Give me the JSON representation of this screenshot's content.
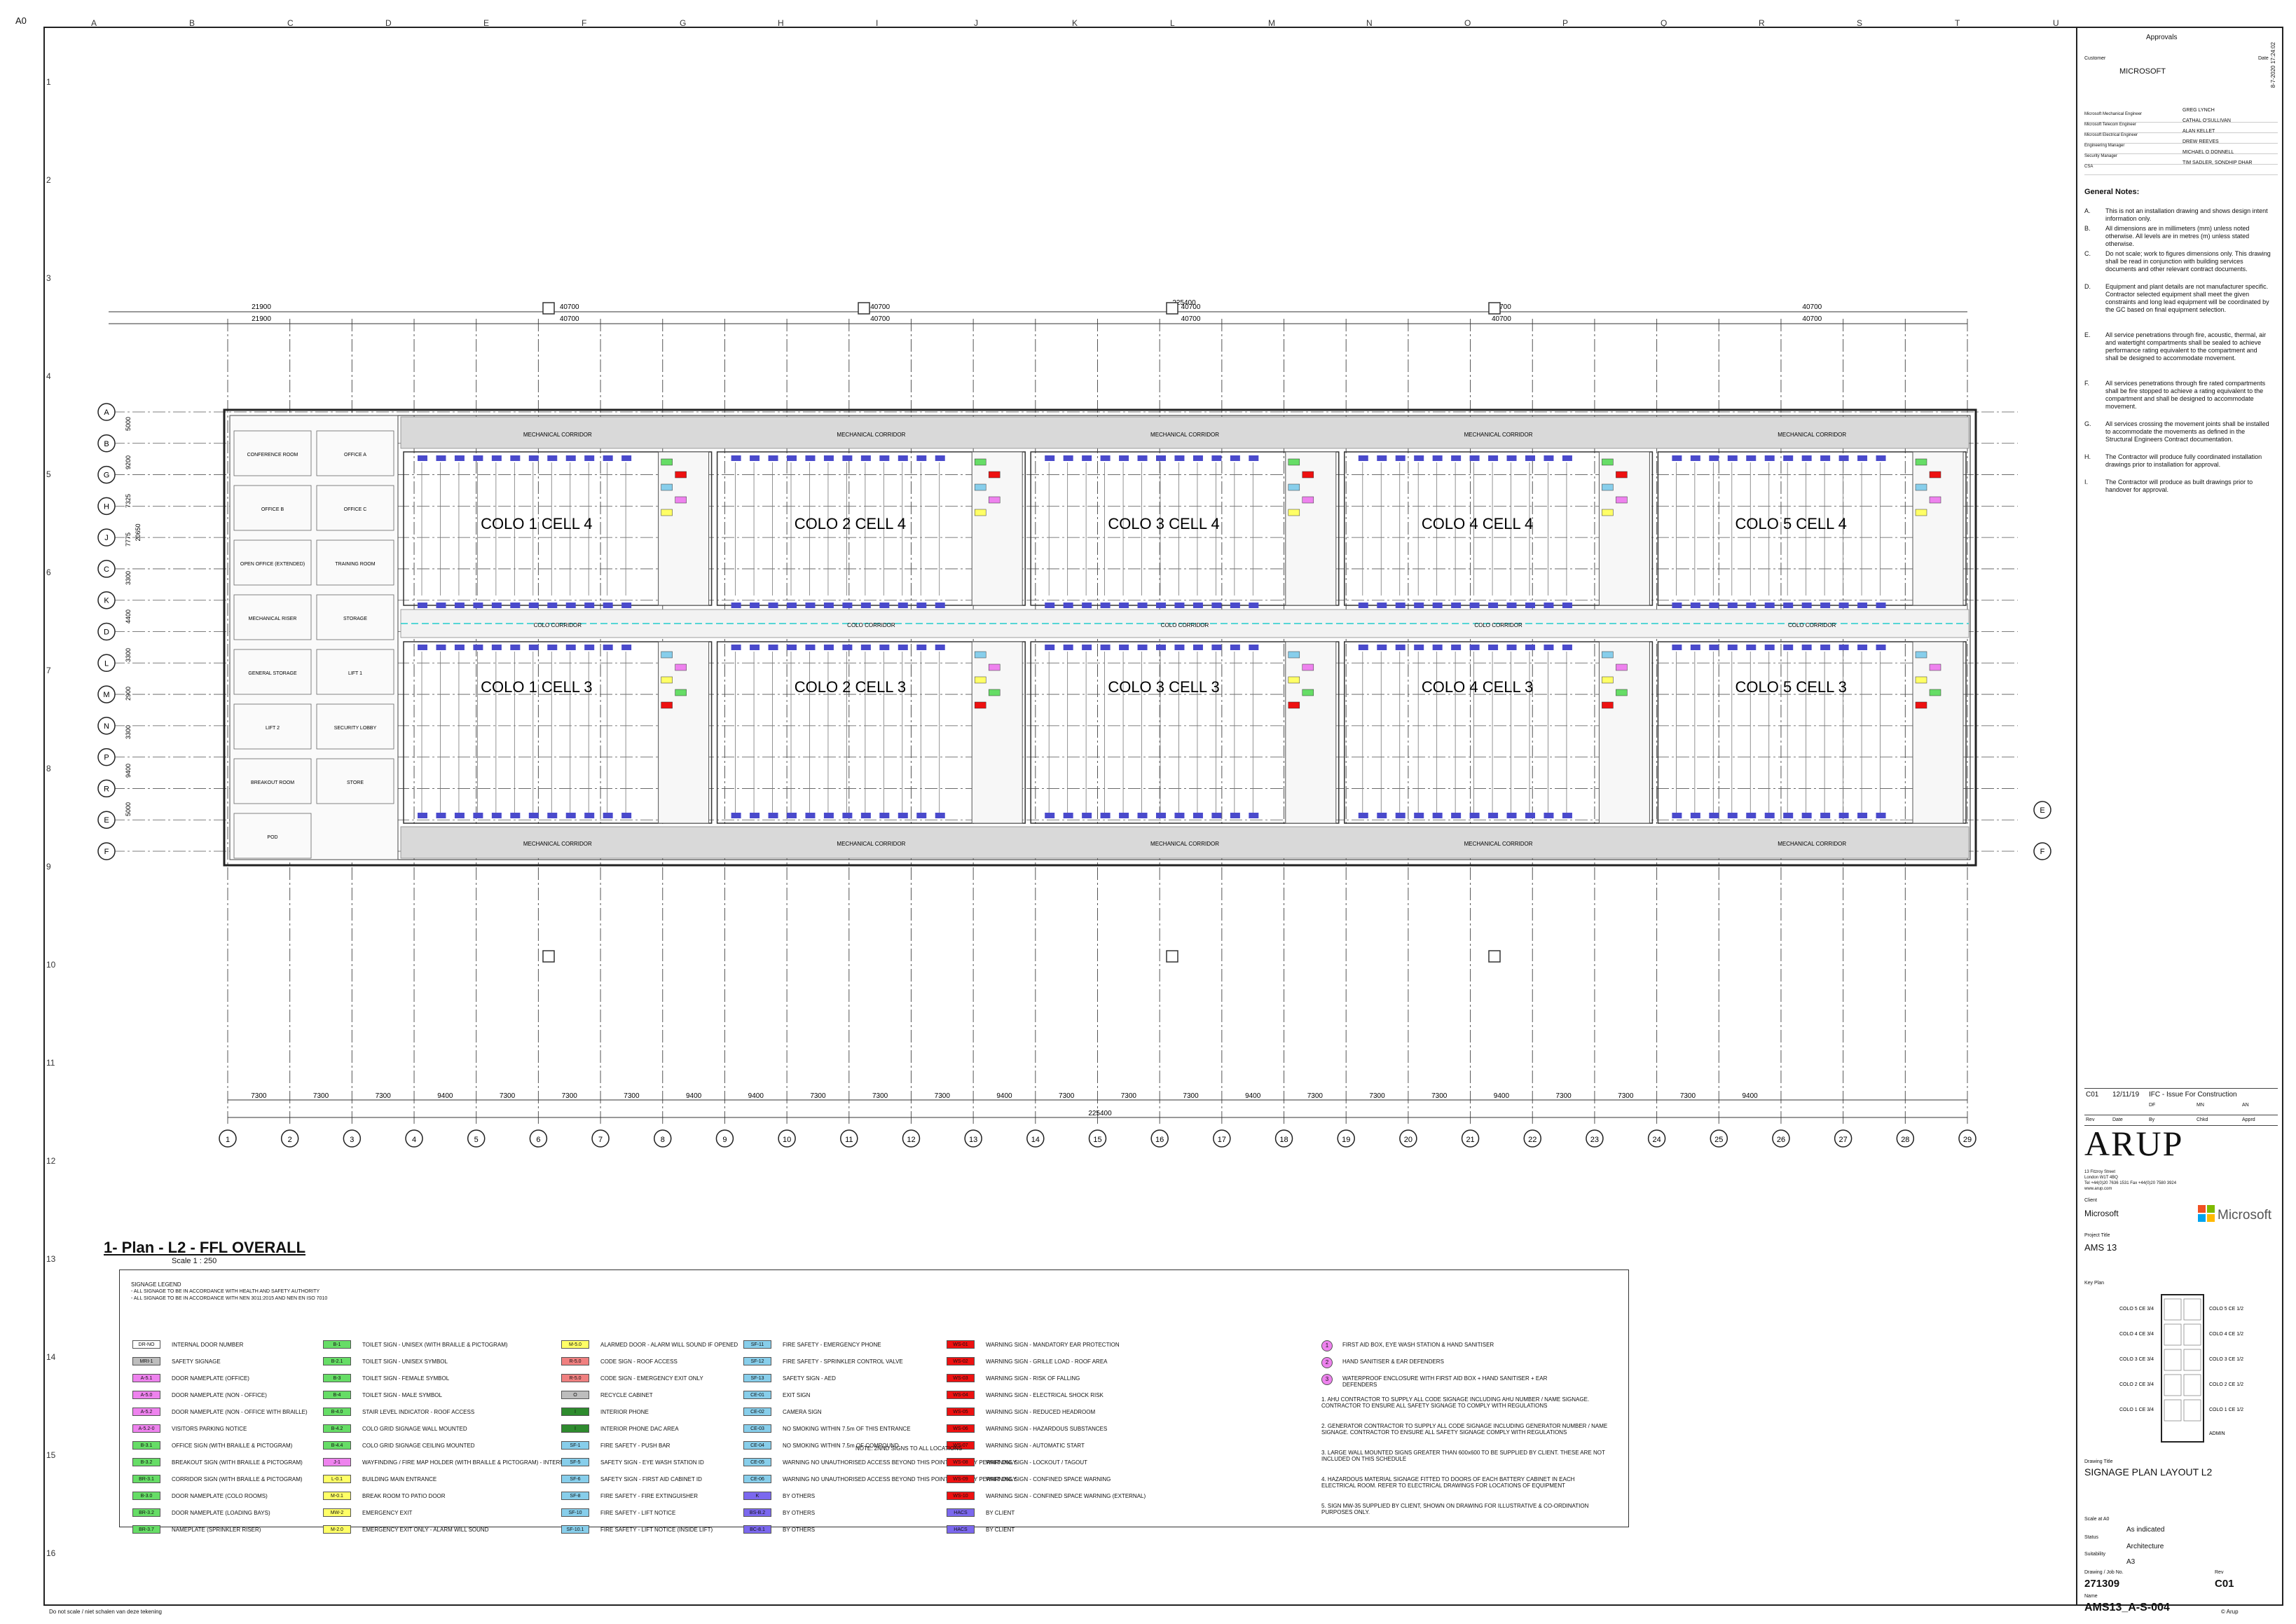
{
  "sheet": {
    "paper_size": "A0",
    "footer_note": "Do not scale / niet schalen van deze tekening",
    "footer_right": "© Arup",
    "revision_stamp": "8-7-2020 17:24:02",
    "column_letters": [
      "A",
      "B",
      "C",
      "D",
      "E",
      "F",
      "G",
      "H",
      "I",
      "J",
      "K",
      "L",
      "M",
      "N",
      "O",
      "P",
      "Q",
      "R",
      "S",
      "T",
      "U"
    ],
    "row_numbers": [
      "1",
      "2",
      "3",
      "4",
      "5",
      "6",
      "7",
      "8",
      "9",
      "10",
      "11",
      "12",
      "13",
      "14",
      "15",
      "16"
    ]
  },
  "plan": {
    "title": "1- Plan - L2 - FFL OVERALL",
    "scale": "Scale 1 : 250",
    "cells_top": [
      "COLO 1 CELL 4",
      "COLO 2 CELL 4",
      "COLO 3 CELL 4",
      "COLO 4 CELL 4",
      "COLO 5 CELL 4"
    ],
    "cells_bottom": [
      "COLO 1 CELL 3",
      "COLO 2 CELL 3",
      "COLO 3 CELL 3",
      "COLO 4 CELL 3",
      "COLO 5 CELL 3"
    ],
    "corridor_labels": [
      "MECHANICAL CORRIDOR",
      "MECHANICAL CORRIDOR",
      "MECHANICAL CORRIDOR",
      "MECHANICAL CORRIDOR",
      "MECHANICAL CORRIDOR"
    ],
    "colo_corridor_label": "COLO CORRIDOR",
    "top_dims": [
      "21900",
      "40700",
      "40700",
      "40700",
      "40700",
      "40700"
    ],
    "top_dims_overall": "225400",
    "bottom_dims": [
      "7300",
      "7300",
      "7300",
      "9400",
      "7300",
      "7300",
      "7300",
      "9400",
      "9400",
      "7300",
      "7300",
      "7300",
      "9400",
      "7300",
      "7300",
      "7300",
      "9400",
      "7300",
      "7300",
      "7300",
      "9400",
      "7300",
      "7300",
      "7300",
      "9400"
    ],
    "overall_dim": "225400",
    "grid_columns": [
      "1",
      "2",
      "3",
      "4",
      "5",
      "6",
      "7",
      "8",
      "9",
      "10",
      "11",
      "12",
      "13",
      "14",
      "15",
      "16",
      "17",
      "18",
      "19",
      "20",
      "21",
      "22",
      "23",
      "24",
      "25",
      "26",
      "27",
      "28",
      "29"
    ],
    "grid_rows_left": [
      "A",
      "B",
      "G",
      "H",
      "J",
      "C",
      "K",
      "D",
      "L",
      "M",
      "N",
      "P",
      "R",
      "E",
      "F"
    ],
    "grid_rows_right": [
      "E",
      "F"
    ],
    "row_dims_left": [
      "5000",
      "9200",
      "7325",
      "7775",
      "3300",
      "4400",
      "3300",
      "2900",
      "3300",
      "9400",
      "5000"
    ],
    "row_overall": "20650",
    "admin_rooms": [
      "CONFERENCE ROOM",
      "OFFICE A",
      "OFFICE B",
      "OFFICE C",
      "OPEN OFFICE (EXTENDED)",
      "TRAINING ROOM",
      "MECHANICAL RISER",
      "STORAGE",
      "GENERAL STORAGE",
      "LIFT 1",
      "LIFT 2",
      "SECURITY LOBBY",
      "BREAKOUT ROOM",
      "STORE",
      "POD"
    ]
  },
  "legend": {
    "heading": "SIGNAGE LEGEND",
    "subnotes": [
      "- ALL SIGNAGE TO BE IN ACCORDANCE WITH HEALTH AND SAFETY AUTHORITY",
      "- ALL SIGNAGE TO BE IN ACCORDANCE WITH NEN 3011:2015 AND NEN EN ISO 7010"
    ],
    "items": [
      {
        "code": "DR-NO",
        "label": "INTERNAL DOOR NUMBER",
        "color": "#ffffff"
      },
      {
        "code": "MRI-1",
        "label": "SAFETY SIGNAGE",
        "color": "#bdbdbd"
      },
      {
        "code": "A-5.1",
        "label": "DOOR NAMEPLATE (OFFICE)",
        "color": "#ee82ee"
      },
      {
        "code": "A-5.0",
        "label": "DOOR NAMEPLATE (NON - OFFICE)",
        "color": "#ee82ee"
      },
      {
        "code": "A-5.2",
        "label": "DOOR NAMEPLATE (NON - OFFICE WITH BRAILLE)",
        "color": "#ee82ee"
      },
      {
        "code": "A-5.2-0",
        "label": "VISITORS PARKING NOTICE",
        "color": "#ee82ee"
      },
      {
        "code": "B-3.1",
        "label": "OFFICE SIGN (WITH BRAILLE & PICTOGRAM)",
        "color": "#66dd66"
      },
      {
        "code": "B-3.2",
        "label": "BREAKOUT SIGN (WITH BRAILLE & PICTOGRAM)",
        "color": "#66dd66"
      },
      {
        "code": "BR-3.1",
        "label": "CORRIDOR SIGN (WITH BRAILLE & PICTOGRAM)",
        "color": "#66dd66"
      },
      {
        "code": "B-3.0",
        "label": "DOOR NAMEPLATE (COLO ROOMS)",
        "color": "#66dd66"
      },
      {
        "code": "BR-3.2",
        "label": "DOOR NAMEPLATE (LOADING BAYS)",
        "color": "#66dd66"
      },
      {
        "code": "BR-3.7",
        "label": "NAMEPLATE (SPRINKLER RISER)",
        "color": "#66dd66"
      },
      {
        "code": "B-1",
        "label": "TOILET SIGN - UNISEX (WITH BRAILLE & PICTOGRAM)",
        "color": "#66dd66"
      },
      {
        "code": "B-2.1",
        "label": "TOILET SIGN - UNISEX SYMBOL",
        "color": "#66dd66"
      },
      {
        "code": "B-3",
        "label": "TOILET SIGN - FEMALE SYMBOL",
        "color": "#66dd66"
      },
      {
        "code": "B-4",
        "label": "TOILET SIGN - MALE SYMBOL",
        "color": "#66dd66"
      },
      {
        "code": "B-4.0",
        "label": "STAIR LEVEL INDICATOR - ROOF ACCESS",
        "color": "#66dd66"
      },
      {
        "code": "B-4.2",
        "label": "COLO GRID SIGNAGE WALL MOUNTED",
        "color": "#66dd66"
      },
      {
        "code": "B-4.4",
        "label": "COLO GRID SIGNAGE CEILING MOUNTED",
        "color": "#66dd66"
      },
      {
        "code": "J-1",
        "label": "WAYFINDING / FIRE MAP HOLDER (WITH BRAILLE & PICTOGRAM) - INTERNAL",
        "color": "#ee82ee"
      },
      {
        "code": "L-0.1",
        "label": "BUILDING MAIN ENTRANCE",
        "color": "#ffff66"
      },
      {
        "code": "M-0.1",
        "label": "BREAK ROOM TO PATIO DOOR",
        "color": "#ffff66"
      },
      {
        "code": "MW-2",
        "label": "EMERGENCY EXIT",
        "color": "#ffff66"
      },
      {
        "code": "M-2.0",
        "label": "EMERGENCY EXIT ONLY - ALARM WILL SOUND",
        "color": "#ffff66"
      },
      {
        "code": "M-5.0",
        "label": "ALARMED DOOR - ALARM WILL SOUND IF OPENED",
        "color": "#ffff66"
      },
      {
        "code": "R-5.0",
        "label": "CODE SIGN - ROOF ACCESS",
        "color": "#f08080"
      },
      {
        "code": "R-5.0",
        "label": "CODE SIGN - EMERGENCY EXIT ONLY",
        "color": "#f08080"
      },
      {
        "code": "O",
        "label": "RECYCLE CABINET",
        "color": "#bdbdbd"
      },
      {
        "code": "I",
        "label": "INTERIOR PHONE",
        "color": "#2e8b2e"
      },
      {
        "code": "I",
        "label": "INTERIOR PHONE DAC AREA",
        "color": "#2e8b2e"
      },
      {
        "code": "SF-1",
        "label": "FIRE SAFETY - PUSH BAR",
        "color": "#87ceeb"
      },
      {
        "code": "SF-5",
        "label": "SAFETY SIGN - EYE WASH STATION ID",
        "color": "#87ceeb"
      },
      {
        "code": "SF-6",
        "label": "SAFETY SIGN - FIRST AID CABINET ID",
        "color": "#87ceeb"
      },
      {
        "code": "SF-8",
        "label": "FIRE SAFETY - FIRE EXTINGUISHER",
        "color": "#87ceeb"
      },
      {
        "code": "SF-10",
        "label": "FIRE SAFETY - LIFT NOTICE",
        "color": "#87ceeb"
      },
      {
        "code": "SF-10.1",
        "label": "FIRE SAFETY - LIFT NOTICE (INSIDE LIFT)",
        "color": "#87ceeb"
      },
      {
        "code": "SF-11",
        "label": "FIRE SAFETY - EMERGENCY PHONE",
        "color": "#87ceeb"
      },
      {
        "code": "SF-12",
        "label": "FIRE SAFETY - SPRINKLER CONTROL VALVE",
        "color": "#87ceeb"
      },
      {
        "code": "SF-13",
        "label": "SAFETY SIGN - AED",
        "color": "#87ceeb"
      },
      {
        "code": "CE-01",
        "label": "EXIT SIGN",
        "color": "#87ceeb"
      },
      {
        "code": "CE-02",
        "label": "CAMERA SIGN",
        "color": "#87ceeb"
      },
      {
        "code": "CE-03",
        "label": "NO SMOKING WITHIN 7.5m OF THIS ENTRANCE",
        "color": "#87ceeb"
      },
      {
        "code": "CE-04",
        "label": "NO SMOKING WITHIN 7.5m OF COMPOUND",
        "color": "#87ceeb"
      },
      {
        "code": "CE-05",
        "label": "WARNING NO UNAUTHORISED ACCESS BEYOND THIS POINT ENTRY BY PERMIT ONLY",
        "color": "#87ceeb"
      },
      {
        "code": "CE-06",
        "label": "WARNING NO UNAUTHORISED ACCESS BEYOND THIS POINT ENTRY BY PERMIT ONLY",
        "color": "#87ceeb"
      },
      {
        "code": "K",
        "label": "BY OTHERS",
        "color": "#7b68ee"
      },
      {
        "code": "BS-B.2",
        "label": "BY OTHERS",
        "color": "#7b68ee"
      },
      {
        "code": "BC-8.1",
        "label": "BY OTHERS",
        "color": "#7b68ee"
      },
      {
        "code": "WS-01",
        "label": "WARNING SIGN - MANDATORY EAR PROTECTION",
        "color": "#ee1111"
      },
      {
        "code": "WS-02",
        "label": "WARNING SIGN - GRILLE LOAD - ROOF AREA",
        "color": "#ee1111"
      },
      {
        "code": "WS-03",
        "label": "WARNING SIGN - RISK OF FALLING",
        "color": "#ee1111"
      },
      {
        "code": "WS-04",
        "label": "WARNING SIGN - ELECTRICAL SHOCK RISK",
        "color": "#ee1111"
      },
      {
        "code": "WS-05",
        "label": "WARNING SIGN - REDUCED HEADROOM",
        "color": "#ee1111"
      },
      {
        "code": "WS-06",
        "label": "WARNING SIGN - HAZARDOUS SUBSTANCES",
        "color": "#ee1111"
      },
      {
        "code": "WS-07",
        "label": "WARNING SIGN - AUTOMATIC START",
        "color": "#ee1111"
      },
      {
        "code": "WS-08",
        "label": "WARNING SIGN - LOCKOUT / TAGOUT",
        "color": "#ee1111"
      },
      {
        "code": "WS-09",
        "label": "WARNING SIGN - CONFINED SPACE WARNING",
        "color": "#ee1111"
      },
      {
        "code": "WS-10",
        "label": "WARNING SIGN - CONFINED SPACE WARNING (EXTERNAL)",
        "color": "#ee1111"
      },
      {
        "code": "HACS",
        "label": "BY CLIENT",
        "color": "#7b68ee"
      },
      {
        "code": "HACS",
        "label": "BY CLIENT",
        "color": "#7b68ee"
      }
    ],
    "note_2ind": "NOTE: 2NND SIGNS TO ALL LOCATIONS",
    "symbol_items": [
      {
        "sym": "1",
        "label": "FIRST AID BOX, EYE WASH STATION & HAND SANITISER"
      },
      {
        "sym": "2",
        "label": "HAND SANITISER & EAR DEFENDERS"
      },
      {
        "sym": "3",
        "label": "WATERPROOF ENCLOSURE WITH FIRST AID BOX + HAND SANITISER + EAR DEFENDERS"
      }
    ],
    "numbered_notes": [
      "1. AHU CONTRACTOR TO SUPPLY ALL CODE SIGNAGE INCLUDING AHU NUMBER / NAME SIGNAGE. CONTRACTOR TO ENSURE ALL SAFETY SIGNAGE TO COMPLY WITH REGULATIONS",
      "2. GENERATOR CONTRACTOR TO SUPPLY ALL CODE SIGNAGE INCLUDING GENERATOR NUMBER / NAME SIGNAGE. CONTRACTOR TO ENSURE ALL SAFETY SIGNAGE COMPLY WITH REGULATIONS",
      "3. LARGE WALL MOUNTED SIGNS GREATER THAN 600x600 TO BE SUPPLIED BY CLIENT. THESE ARE NOT INCLUDED ON THIS SCHEDULE",
      "4. HAZARDOUS MATERIAL SIGNAGE FITTED TO DOORS OF EACH BATTERY CABINET IN EACH ELECTRICAL ROOM. REFER TO ELECTRICAL DRAWINGS FOR LOCATIONS OF EQUIPMENT",
      "5. SIGN MW-35 SUPPLIED BY CLIENT, SHOWN ON DRAWING FOR ILLUSTRATIVE & CO-ORDINATION PURPOSES ONLY."
    ]
  },
  "title_block": {
    "approvals_heading": "Approvals",
    "customer_label": "Customer",
    "date_label": "Date",
    "customer": "MICROSOFT",
    "approvers": [
      {
        "role": "Microsoft Mechanical Engineer",
        "name": "GREG LYNCH"
      },
      {
        "role": "Microsoft Telecom Engineer",
        "name": "CATHAL O'SULLIVAN"
      },
      {
        "role": "Microsoft Electrical Engineer",
        "name": "ALAN KELLET"
      },
      {
        "role": "Engineering Manager",
        "name": "DREW REEVES"
      },
      {
        "role": "Security Manager",
        "name": "MICHAEL O DONNELL"
      },
      {
        "role": "CSA",
        "name": "TIM SADLER, SONDHIP DHAR"
      }
    ],
    "general_notes_heading": "General Notes:",
    "general_notes": [
      {
        "k": "A.",
        "t": "This is not an installation drawing and shows design intent information only."
      },
      {
        "k": "B.",
        "t": "All dimensions are in millimeters (mm) unless noted otherwise. All levels are in metres (m) unless stated otherwise."
      },
      {
        "k": "C.",
        "t": "Do not scale; work to figures dimensions only. This drawing shall be read in conjunction with building services documents and other relevant contract documents."
      },
      {
        "k": "D.",
        "t": "Equipment and plant details are not manufacturer specific. Contractor selected equipment shall meet the given constraints and long lead equipment will be coordinated by the GC based on final equipment selection."
      },
      {
        "k": "E.",
        "t": "All service penetrations through fire, acoustic, thermal, air and watertight compartments shall be sealed to achieve performance rating equivalent to the compartment and shall be designed to accommodate movement."
      },
      {
        "k": "F.",
        "t": "All services penetrations through fire rated compartments shall be fire stopped to achieve a rating equivalent to the compartment and shall be designed to accommodate movement."
      },
      {
        "k": "G.",
        "t": "All services crossing the movement joints shall be installed to accommodate the movements as defined in the Structural Engineers Contract documentation."
      },
      {
        "k": "H.",
        "t": "The Contractor will produce fully coordinated installation drawings prior to installation for approval."
      },
      {
        "k": "I.",
        "t": "The Contractor will produce as built drawings prior to handover for approval."
      }
    ],
    "revision": {
      "rev": "C01",
      "date": "12/11/19",
      "description": "IFC - Issue For Construction"
    },
    "revision_headers": [
      "Rev",
      "Date",
      "By",
      "Chkd",
      "Apprd"
    ],
    "revision_sub_headers": [
      "DF",
      "MN",
      "AN"
    ],
    "firm": "ARUP",
    "firm_address": [
      "13 Fitzroy Street",
      "London W1T 4BQ",
      "Tel +44(0)20 7636 1531 Fax +44(0)20 7580 3924",
      "www.arup.com"
    ],
    "client_label": "Client",
    "client": "Microsoft",
    "project_title_label": "Project Title",
    "project_title": "AMS 13",
    "key_plan_label": "Key Plan",
    "key_plan_labels_left": [
      "COLO 5 CE 3/4",
      "COLO 4 CE 3/4",
      "COLO 3 CE 3/4",
      "COLO 2 CE 3/4",
      "COLO 1 CE 3/4"
    ],
    "key_plan_labels_right": [
      "COLO 5 CE 1/2",
      "COLO 4 CE 1/2",
      "COLO 3 CE 1/2",
      "COLO 2 CE 1/2",
      "COLO 1 CE 1/2"
    ],
    "key_plan_admin": "ADMIN",
    "drawing_title_label": "Drawing Title",
    "drawing_title": "SIGNAGE PLAN LAYOUT L2",
    "scale_label": "Scale at A0",
    "scale": "As indicated",
    "status_label": "Status",
    "status": "Architecture",
    "suitability_label": "Suitability",
    "suitability": "A3",
    "job_no_label": "Drawing / Job No.",
    "job_no": "271309",
    "rev_label": "Rev",
    "rev": "C01",
    "name_label": "Name",
    "drawing_number": "AMS13_A-S-004"
  },
  "colors": {
    "grid_line": "#555555",
    "cell_rack": "#4a4acc",
    "corridor_fill": "#d9d9d9",
    "wall": "#222222",
    "cyan_dim": "#22cccc"
  }
}
